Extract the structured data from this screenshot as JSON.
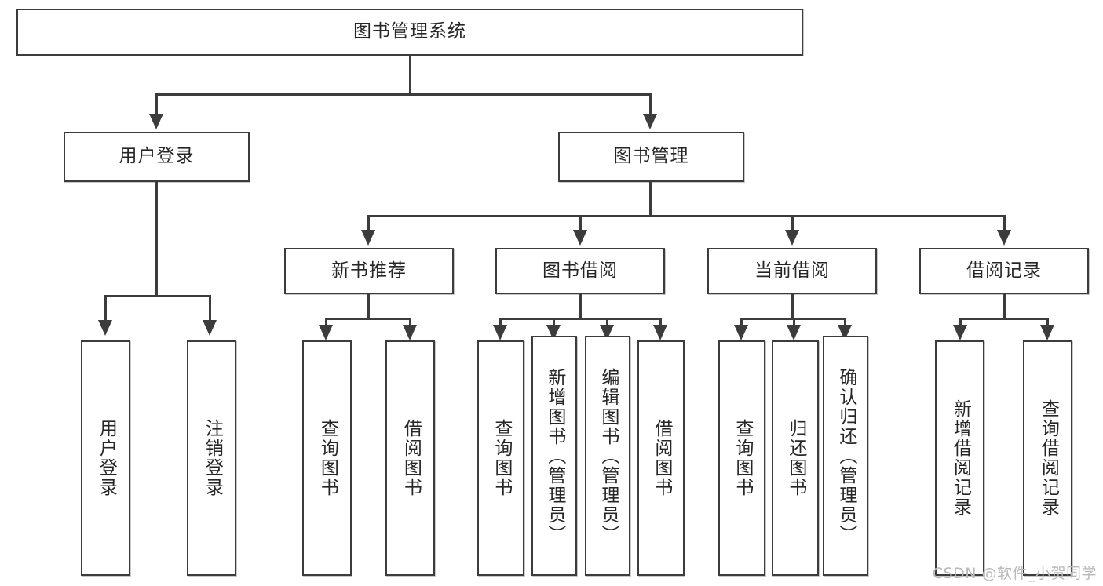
{
  "diagram": {
    "type": "tree",
    "title": "图书管理系统",
    "watermark": "CSDN @软件_小贺同学",
    "colors": {
      "stroke": "#3c3c3c",
      "fill": "#ffffff",
      "text": "#262626",
      "watermark": "#b9b9b9"
    }
  },
  "nodes": {
    "root": {
      "label": "图书管理系统"
    },
    "level2": [
      {
        "id": "user-login",
        "label": "用户登录"
      },
      {
        "id": "book-management",
        "label": "图书管理"
      }
    ],
    "level3": [
      {
        "id": "new-book-recommend",
        "label": "新书推荐"
      },
      {
        "id": "book-borrow",
        "label": "图书借阅"
      },
      {
        "id": "current-borrow",
        "label": "当前借阅"
      },
      {
        "id": "borrow-record",
        "label": "借阅记录"
      }
    ],
    "leaves": {
      "user_login": [
        {
          "id": "leaf-user-login",
          "label": "用户登录"
        },
        {
          "id": "leaf-logout-login",
          "label": "注销登录"
        }
      ],
      "new_book_recommend": [
        {
          "id": "leaf-query-book-1",
          "label": "查询图书"
        },
        {
          "id": "leaf-borrow-book-1",
          "label": "借阅图书"
        }
      ],
      "book_borrow": [
        {
          "id": "leaf-query-book-2",
          "label": "查询图书"
        },
        {
          "id": "leaf-add-book",
          "label": "新增图书（管理员）"
        },
        {
          "id": "leaf-edit-book",
          "label": "编辑图书（管理员）"
        },
        {
          "id": "leaf-borrow-book-2",
          "label": "借阅图书"
        }
      ],
      "current_borrow": [
        {
          "id": "leaf-query-book-3",
          "label": "查询图书"
        },
        {
          "id": "leaf-return-book",
          "label": "归还图书"
        },
        {
          "id": "leaf-confirm-return",
          "label": "确认归还（管理员）"
        }
      ],
      "borrow_record": [
        {
          "id": "leaf-add-record",
          "label": "新增借阅记录"
        },
        {
          "id": "leaf-query-record",
          "label": "查询借阅记录"
        }
      ]
    }
  }
}
